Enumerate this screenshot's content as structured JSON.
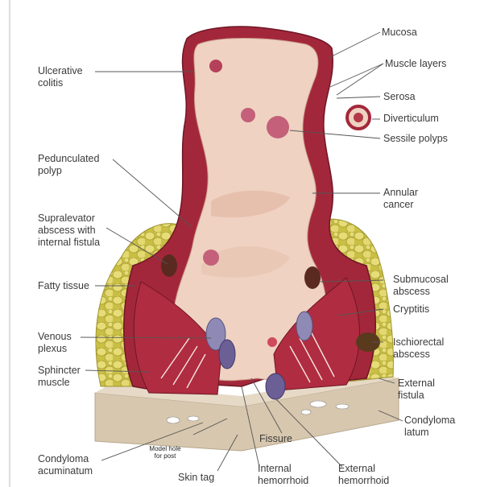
{
  "labels": {
    "mucosa": "Mucosa",
    "muscle_layers": "Muscle layers",
    "serosa": "Serosa",
    "diverticulum": "Diverticulum",
    "sessile_polyps": "Sessile polyps",
    "ulcerative_colitis": "Ulcerative\ncolitis",
    "pedunculated_polyp": "Pedunculated\npolyp",
    "annular_cancer": "Annular\ncancer",
    "supralevator_abscess": "Supralevator\nabscess with\ninternal fistula",
    "fatty_tissue": "Fatty tissue",
    "submucosal_abscess": "Submucosal\nabscess",
    "cryptitis": "Cryptitis",
    "venous_plexus": "Venous\nplexus",
    "ischiorectal_abscess": "Ischiorectal\nabscess",
    "sphincter_muscle": "Sphincter\nmuscle",
    "external_fistula": "External\nfistula",
    "condyloma_latum": "Condyloma\nlatum",
    "fissure": "Fissure",
    "condyloma_acuminatum": "Condyloma\nacuminatum",
    "model_hole": "Model hole\nfor post",
    "skin_tag": "Skin tag",
    "internal_hemorrhoid": "Internal\nhemorrhoid",
    "external_hemorrhoid": "External\nhemorrhoid"
  },
  "colors": {
    "lining": "#efd2c2",
    "muscle": "#a3273a",
    "fat": "#d9cf5e",
    "base": "#d8c8b0",
    "line": "#555555"
  }
}
